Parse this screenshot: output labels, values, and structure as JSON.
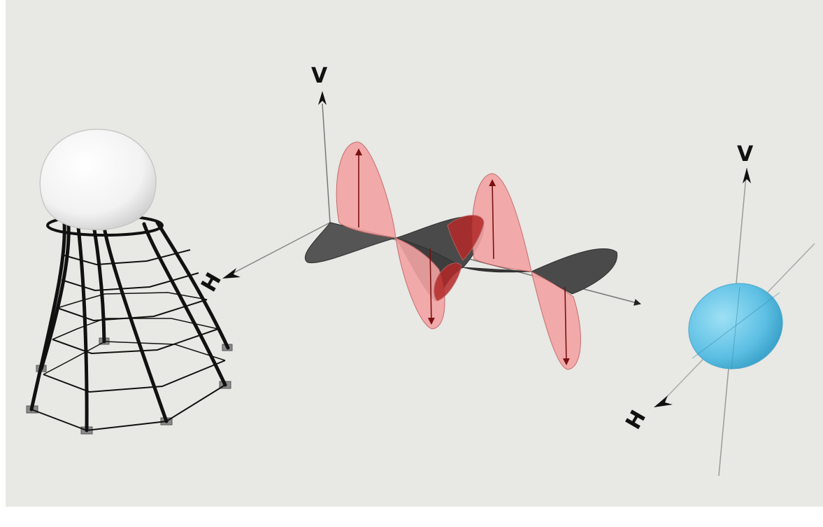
{
  "labels": {
    "wave_v": "V",
    "wave_h": "H",
    "target_v": "V",
    "target_h": "H"
  },
  "icons": {
    "radar": "radar-tower-icon",
    "wave": "dual-polarized-wave-icon",
    "target": "ellipsoid-target-icon"
  },
  "colors": {
    "background": "#e8e8e4",
    "vertical_wave": "#f2a3a3",
    "vertical_wave_dark": "#b02020",
    "horizontal_wave": "#4a4a4a",
    "target": "#6cc6e6",
    "radome": "#f8f8f8",
    "tower": "#111111"
  }
}
